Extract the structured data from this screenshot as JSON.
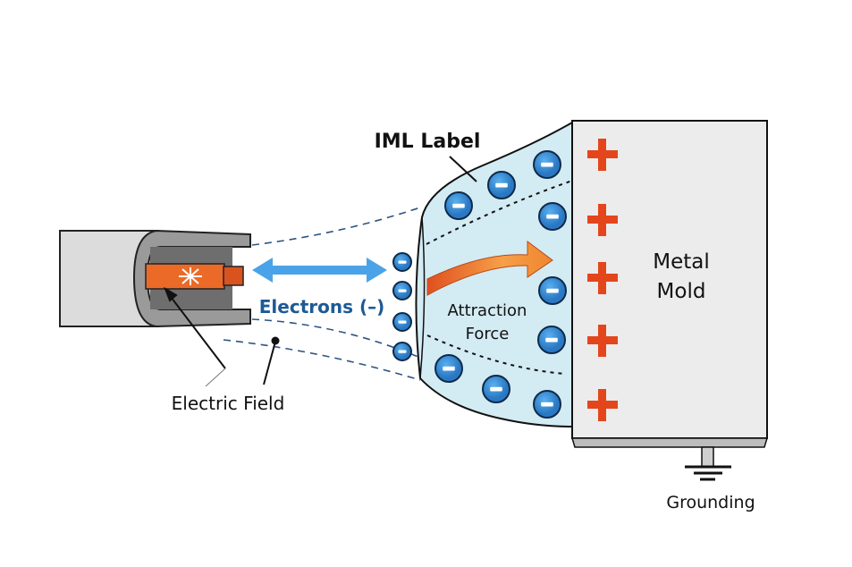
{
  "labels": {
    "iml_label": "IML Label",
    "electrons": "Electrons (–)",
    "attraction_line1": "Attraction",
    "attraction_line2": "Force",
    "metal_line1": "Metal",
    "metal_line2": "Mold",
    "electric_field": "Electric Field",
    "grounding": "Grounding"
  },
  "colors": {
    "electron_blue": "#3a8fd6",
    "electron_text": "#1d5a96",
    "positive_red": "#e4461c",
    "label_fill": "#d3ebf3",
    "mold_fill": "#ececec",
    "emitter_orange": "#ec6a28",
    "force_arrow": "#f0862e",
    "double_arrow": "#4aa3e8"
  },
  "icons": {
    "negative_charge": "minus-circle",
    "positive_charge": "plus",
    "ground": "ground-symbol",
    "spark": "spark"
  }
}
